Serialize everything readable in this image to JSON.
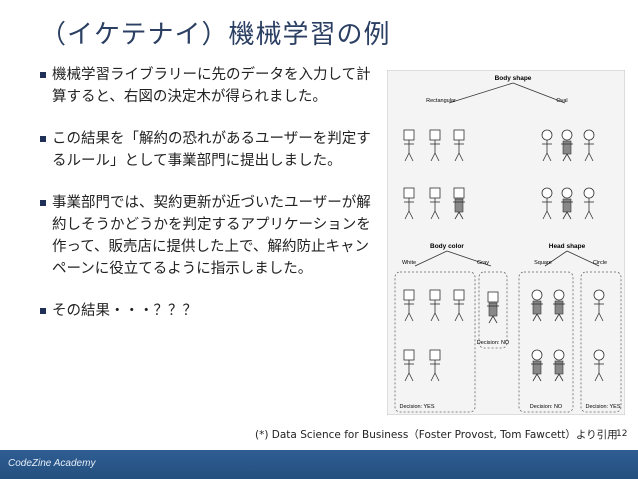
{
  "slide": {
    "title": "（イケテナイ）機械学習の例",
    "bullets": [
      "機械学習ライブラリーに先のデータを入力して計算すると、右図の決定木が得られました。",
      "この結果を「解約の恐れがあるユーザーを判定するルール」として事業部門に提出しました。",
      "事業部門では、契約更新が近づいたユーザーが解約しそうかどうかを判定するアプリケーションを作って、販売店に提供した上で、解約防止キャンペーンに役立てるように指示しました。",
      "その結果・・・？？？"
    ],
    "caption": "(*) Data Science for Business（Foster Provost, Tom Fawcett）より引用",
    "page_number": "12",
    "footer_brand": "CodeZine Academy"
  },
  "tree": {
    "root": "Body shape",
    "branch_left": "Rectangular",
    "branch_right": "Oval",
    "node_left": "Body color",
    "node_right": "Head shape",
    "node_left_branches": [
      "White",
      "Gray"
    ],
    "node_right_branches": [
      "Square",
      "Circle"
    ],
    "decisions": [
      "Decision: YES",
      "Decision: NO",
      "Decision: NO",
      "Decision: YES"
    ]
  }
}
